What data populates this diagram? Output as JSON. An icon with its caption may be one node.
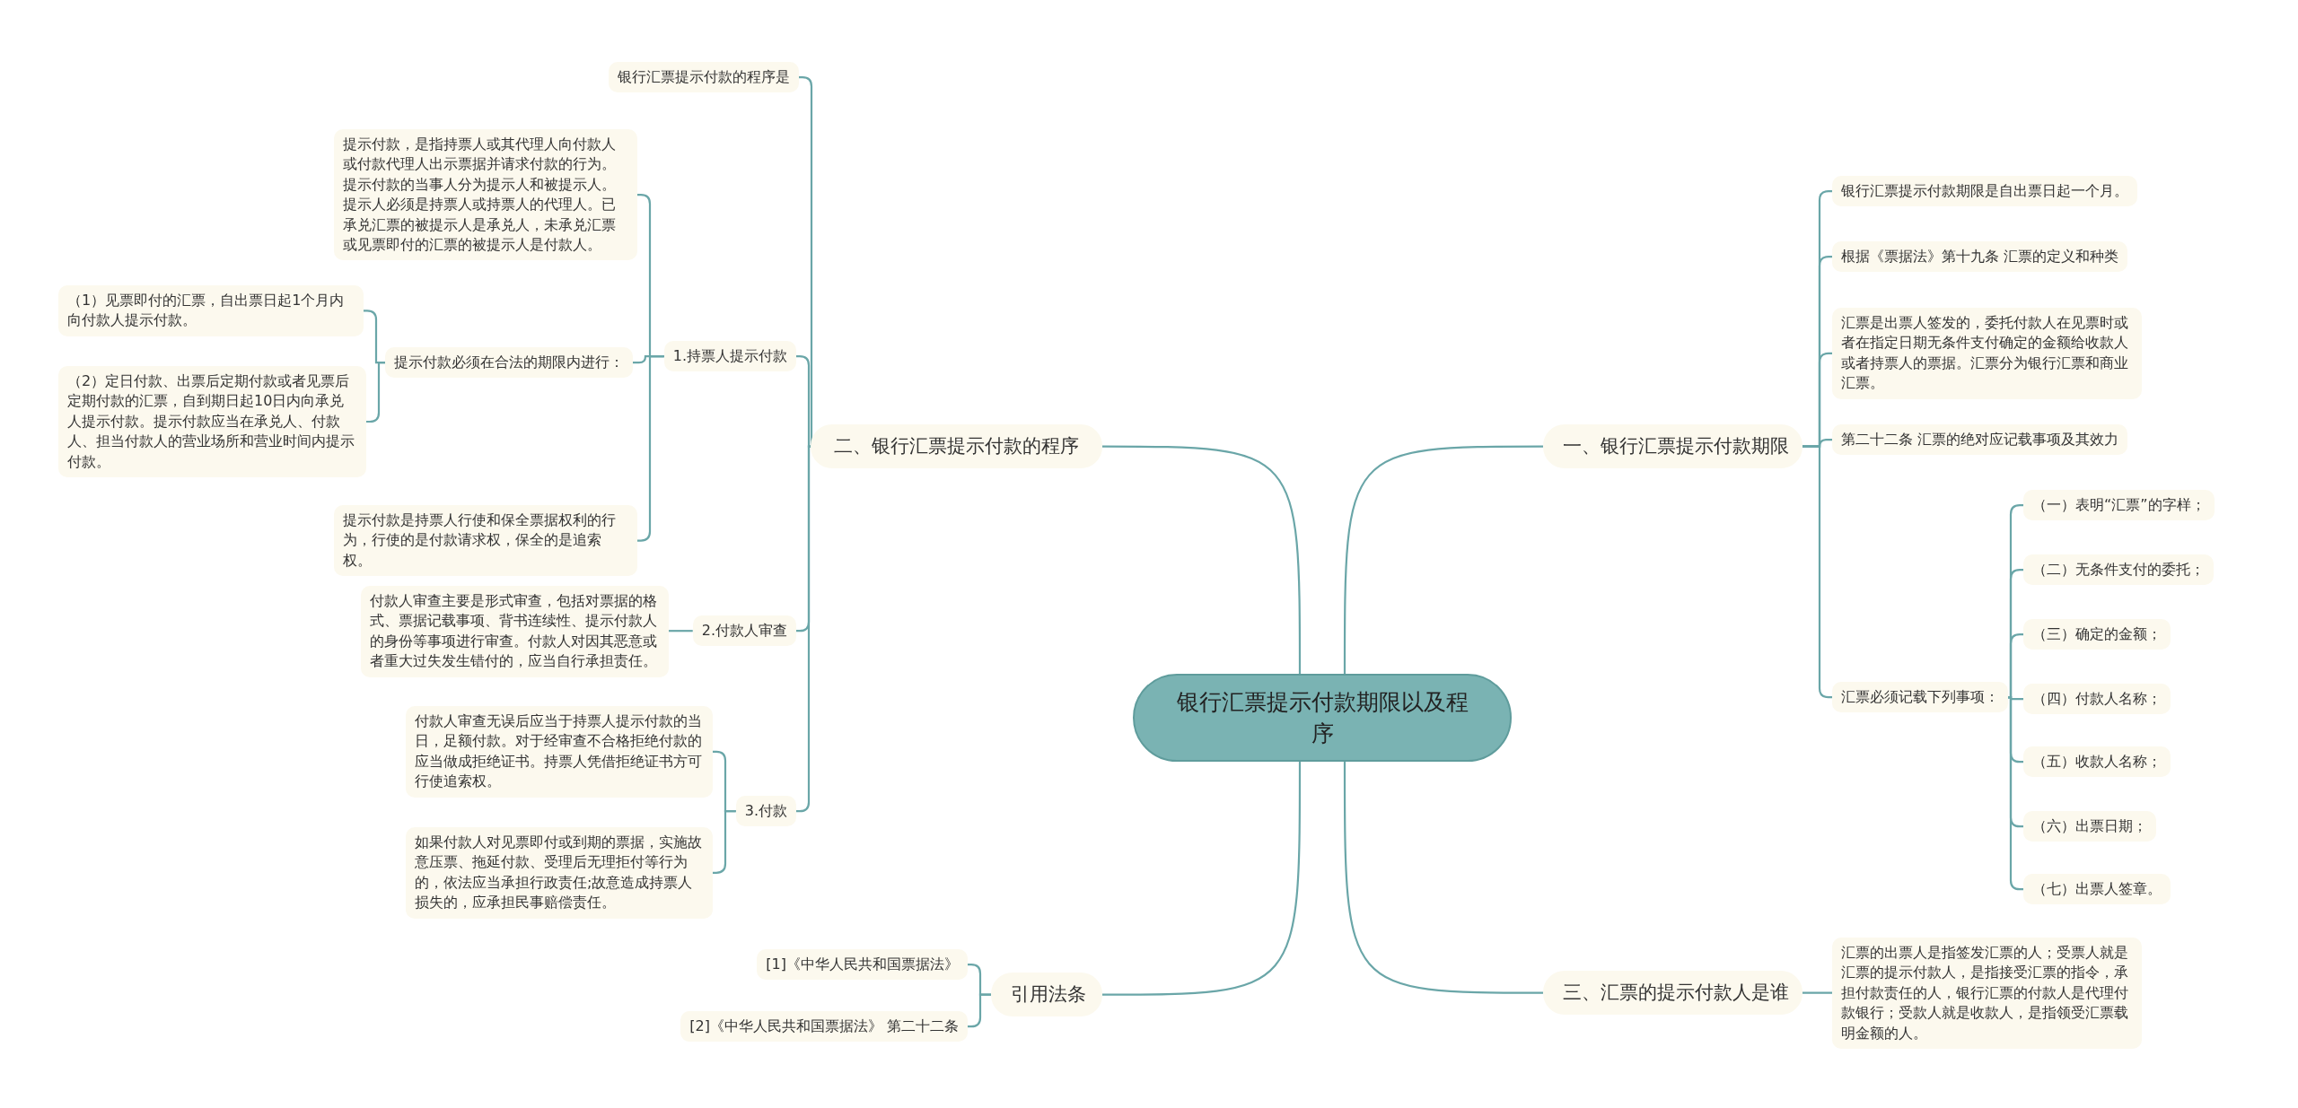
{
  "diagram": {
    "nodes": [
      {
        "text": [
          "银行汇票提示付款期限以及程序"
        ]
      },
      {
        "text": [
          "二、银行汇票提示付款的程序"
        ]
      },
      {
        "text": [
          "银行汇票提示付款的程序是"
        ]
      },
      {
        "text": [
          "1.持票人提示付款"
        ]
      },
      {
        "text": [
          "提示付款，是指持票人或其代理人向付款人或付款代理人出示票据并请求付款的行为。提示付款的当事人分为提示人和被提示人。提示人必须是持票人或持票人的代理人。已承兑汇票的被提示人是承兑人，未承兑汇票或见票即付的汇票的被提示人是付款人。"
        ]
      },
      {
        "text": [
          "提示付款必须在合法的期限内进行："
        ]
      },
      {
        "text": [
          "（1）见票即付的汇票，自出票日起1个月内向付款人提示付款。"
        ]
      },
      {
        "text": [
          "（2）定日付款、出票后定期付款或者见票后定期付款的汇票，自到期日起10日内向承兑人提示付款。提示付款应当在承兑人、付款人、担当付款人的营业场所和营业时间内提示付款。"
        ]
      },
      {
        "text": [
          "提示付款是持票人行使和保全票据权利的行为，行使的是付款请求权，保全的是追索权。"
        ]
      },
      {
        "text": [
          "2.付款人审查"
        ]
      },
      {
        "text": [
          "付款人审查主要是形式审查，包括对票据的格式、票据记载事项、背书连续性、提示付款人的身份等事项进行审查。付款人对因其恶意或者重大过失发生错付的，应当自行承担责任。"
        ]
      },
      {
        "text": [
          "3.付款"
        ]
      },
      {
        "text": [
          "付款人审查无误后应当于持票人提示付款的当日，足额付款。对于经审查不合格拒绝付款的应当做成拒绝证书。持票人凭借拒绝证书方可行使追索权。"
        ]
      },
      {
        "text": [
          "如果付款人对见票即付或到期的票据，实施故意压票、拖延付款、受理后无理拒付等行为的，依法应当承担行政责任;故意造成持票人损失的，应承担民事赔偿责任。"
        ]
      },
      {
        "text": [
          "引用法条"
        ]
      },
      {
        "text": [
          "[1]《中华人民共和国票据法》"
        ]
      },
      {
        "text": [
          "[2]《中华人民共和国票据法》 第二十二条"
        ]
      },
      {
        "text": [
          "一、银行汇票提示付款期限"
        ]
      },
      {
        "text": [
          "银行汇票提示付款期限是自出票日起一个月。"
        ]
      },
      {
        "text": [
          "根据《票据法》第十九条 汇票的定义和种类"
        ]
      },
      {
        "text": [
          "汇票是出票人签发的，委托付款人在见票时或者在指定日期无条件支付确定的金额给收款人或者持票人的票据。汇票分为银行汇票和商业汇票。"
        ]
      },
      {
        "text": [
          "第二十二条 汇票的绝对应记载事项及其效力"
        ]
      },
      {
        "text": [
          "汇票必须记载下列事项："
        ]
      },
      {
        "text": [
          "（一）表明“汇票”的字样；"
        ]
      },
      {
        "text": [
          "（二）无条件支付的委托；"
        ]
      },
      {
        "text": [
          "（三）确定的金额；"
        ]
      },
      {
        "text": [
          "（四）付款人名称；"
        ]
      },
      {
        "text": [
          "（五）收款人名称；"
        ]
      },
      {
        "text": [
          "（六）出票日期；"
        ]
      },
      {
        "text": [
          "（七）出票人签章。"
        ]
      },
      {
        "text": [
          "三、汇票的提示付款人是谁"
        ]
      },
      {
        "text": [
          "汇票的出票人是指签发汇票的人；受票人就是汇票的提示付款人，是指接受汇票的指令，承担付款责任的人，银行汇票的付款人是代理付款银行；受款人就是收款人，是指领受汇票载明金额的人。"
        ]
      }
    ],
    "edges": [
      {
        "from": 0,
        "to": 1,
        "arrow": "none"
      },
      {
        "from": 1,
        "to": 2,
        "arrow": "none"
      },
      {
        "from": 1,
        "to": 3,
        "arrow": "none"
      },
      {
        "from": 3,
        "to": 4,
        "arrow": "none"
      },
      {
        "from": 3,
        "to": 5,
        "arrow": "none"
      },
      {
        "from": 5,
        "to": 6,
        "arrow": "none"
      },
      {
        "from": 5,
        "to": 7,
        "arrow": "none"
      },
      {
        "from": 3,
        "to": 8,
        "arrow": "none"
      },
      {
        "from": 1,
        "to": 9,
        "arrow": "none"
      },
      {
        "from": 9,
        "to": 10,
        "arrow": "none"
      },
      {
        "from": 1,
        "to": 11,
        "arrow": "none"
      },
      {
        "from": 11,
        "to": 12,
        "arrow": "none"
      },
      {
        "from": 11,
        "to": 13,
        "arrow": "none"
      },
      {
        "from": 0,
        "to": 14,
        "arrow": "none"
      },
      {
        "from": 14,
        "to": 15,
        "arrow": "none"
      },
      {
        "from": 14,
        "to": 16,
        "arrow": "none"
      },
      {
        "from": 0,
        "to": 17,
        "arrow": "none"
      },
      {
        "from": 17,
        "to": 18,
        "arrow": "none"
      },
      {
        "from": 17,
        "to": 19,
        "arrow": "none"
      },
      {
        "from": 17,
        "to": 20,
        "arrow": "none"
      },
      {
        "from": 17,
        "to": 21,
        "arrow": "none"
      },
      {
        "from": 17,
        "to": 22,
        "arrow": "none"
      },
      {
        "from": 22,
        "to": 23,
        "arrow": "none"
      },
      {
        "from": 22,
        "to": 24,
        "arrow": "none"
      },
      {
        "from": 22,
        "to": 25,
        "arrow": "none"
      },
      {
        "from": 22,
        "to": 26,
        "arrow": "none"
      },
      {
        "from": 22,
        "to": 27,
        "arrow": "none"
      },
      {
        "from": 22,
        "to": 28,
        "arrow": "none"
      },
      {
        "from": 22,
        "to": 29,
        "arrow": "none"
      },
      {
        "from": 0,
        "to": 30,
        "arrow": "none"
      },
      {
        "from": 30,
        "to": 31,
        "arrow": "none"
      }
    ]
  }
}
